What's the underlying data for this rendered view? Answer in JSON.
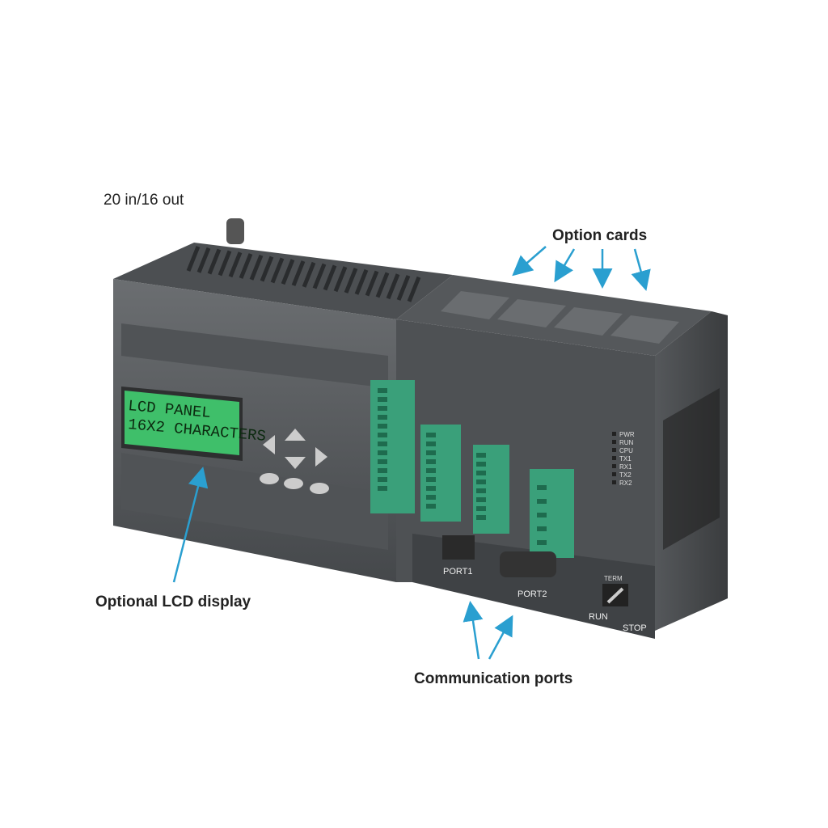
{
  "labels": {
    "io_count": "20 in/16 out",
    "option_cards": "Option cards",
    "lcd_display": "Optional LCD display",
    "comm_ports": "Communication ports"
  },
  "lcd": {
    "line1": "LCD PANEL",
    "line2": "16X2 CHARACTERS",
    "color": "#3fbf6a"
  },
  "ports": {
    "port1": "PORT1",
    "port2": "PORT2"
  },
  "switch": {
    "title": "TERM",
    "run": "RUN",
    "stop": "STOP"
  },
  "status_leds": [
    "PWR",
    "RUN",
    "CPU",
    "TX1",
    "RX1",
    "TX2",
    "RX2"
  ],
  "colors": {
    "arrow": "#2a9fd0",
    "body": "#5a5d60",
    "terminal": "#3aa07a"
  }
}
